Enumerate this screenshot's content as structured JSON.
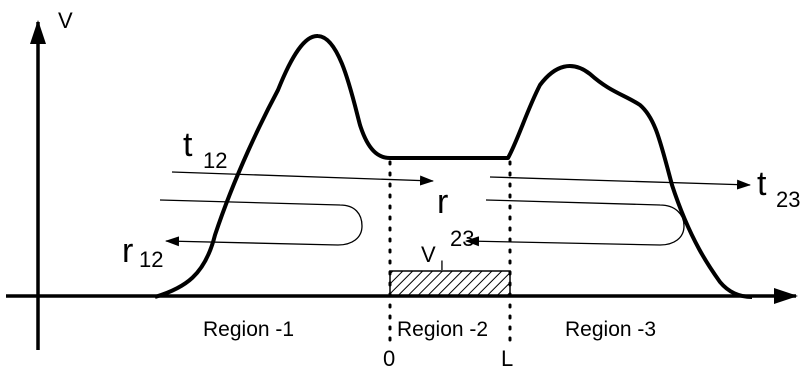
{
  "axes": {
    "y_label": "V"
  },
  "waves": {
    "t12": {
      "main": "t",
      "sub": "12"
    },
    "r12": {
      "main": "r",
      "sub": "12"
    },
    "t23": {
      "main": "t",
      "sub": "23"
    },
    "r23": {
      "main": "r",
      "sub": "23"
    }
  },
  "well": {
    "main": "V",
    "sub": "I"
  },
  "regions": [
    "Region -1",
    "Region -2",
    "Region -3"
  ],
  "positions": {
    "start": "0",
    "end": "L"
  }
}
